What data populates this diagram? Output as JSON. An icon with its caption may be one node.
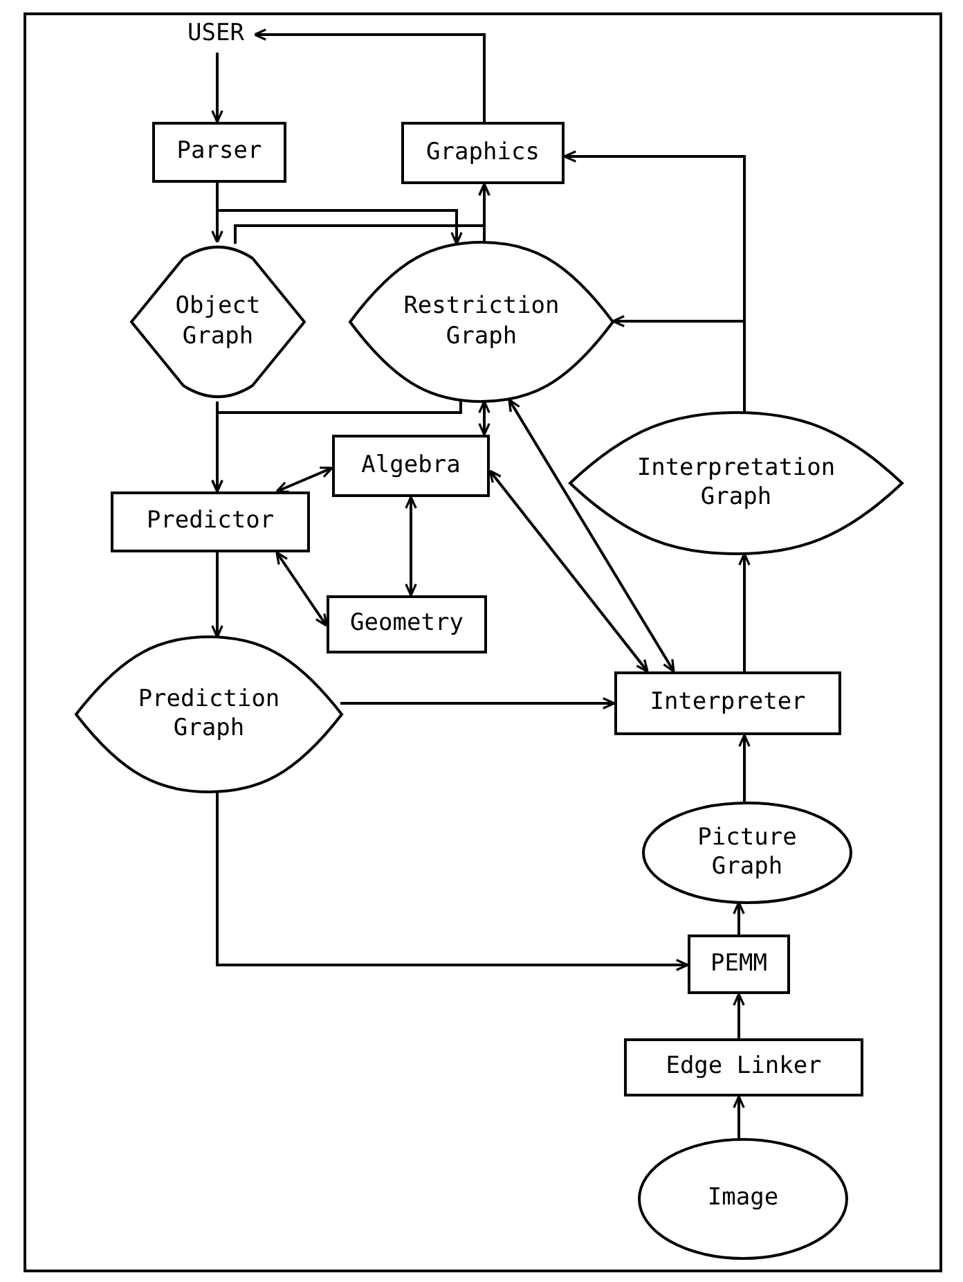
{
  "diagram": {
    "nodes": [
      {
        "text": [
          "USER"
        ]
      },
      {
        "text": [
          "Parser"
        ]
      },
      {
        "text": [
          "Graphics"
        ]
      },
      {
        "text": [
          "Object Graph"
        ]
      },
      {
        "text": [
          "Restriction Graph"
        ]
      },
      {
        "text": [
          "Algebra"
        ]
      },
      {
        "text": [
          "Predictor"
        ]
      },
      {
        "text": [
          "Geometry"
        ]
      },
      {
        "text": [
          "Interpretation Graph"
        ]
      },
      {
        "text": [
          "Prediction Graph"
        ]
      },
      {
        "text": [
          "Interpreter"
        ]
      },
      {
        "text": [
          "Picture Graph"
        ]
      },
      {
        "text": [
          "PEMM"
        ]
      },
      {
        "text": [
          "Edge Linker"
        ]
      },
      {
        "text": [
          "Image"
        ]
      }
    ],
    "edges": [
      {
        "from": 0,
        "to": 1,
        "arrow": "to"
      },
      {
        "from": 2,
        "to": 0,
        "arrow": "to"
      },
      {
        "from": 1,
        "to": 3,
        "arrow": "to"
      },
      {
        "from": 1,
        "to": 4,
        "arrow": "to"
      },
      {
        "from": 3,
        "to": 2,
        "arrow": "to"
      },
      {
        "from": 4,
        "to": 2,
        "arrow": "to"
      },
      {
        "from": 8,
        "to": 2,
        "arrow": "to"
      },
      {
        "from": 8,
        "to": 4,
        "arrow": "to"
      },
      {
        "from": 4,
        "to": 6,
        "arrow": "to"
      },
      {
        "from": 3,
        "to": 6,
        "arrow": "to"
      },
      {
        "from": 4,
        "to": 5,
        "arrow": "both"
      },
      {
        "from": 4,
        "to": 10,
        "arrow": "both"
      },
      {
        "from": 5,
        "to": 10,
        "arrow": "both"
      },
      {
        "from": 5,
        "to": 6,
        "arrow": "both"
      },
      {
        "from": 5,
        "to": 7,
        "arrow": "both"
      },
      {
        "from": 6,
        "to": 7,
        "arrow": "both"
      },
      {
        "from": 6,
        "to": 9,
        "arrow": "to"
      },
      {
        "from": 9,
        "to": 10,
        "arrow": "to"
      },
      {
        "from": 9,
        "to": 12,
        "arrow": "to"
      },
      {
        "from": 10,
        "to": 8,
        "arrow": "to"
      },
      {
        "from": 11,
        "to": 10,
        "arrow": "to"
      },
      {
        "from": 12,
        "to": 11,
        "arrow": "to"
      },
      {
        "from": 13,
        "to": 12,
        "arrow": "to"
      },
      {
        "from": 14,
        "to": 13,
        "arrow": "to"
      }
    ]
  }
}
